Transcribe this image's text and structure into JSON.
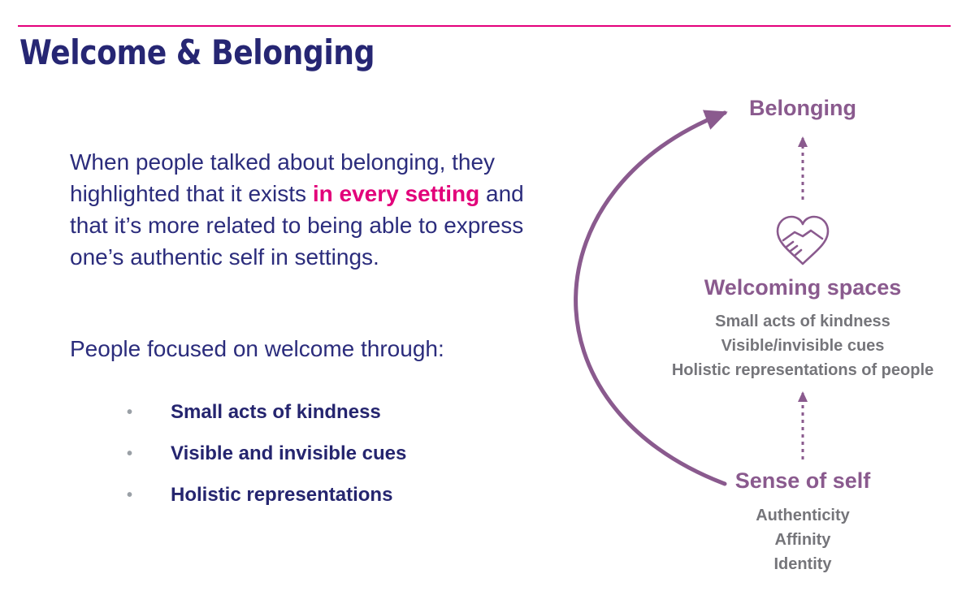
{
  "slide": {
    "title": "Welcome & Belonging",
    "intro": {
      "part1": "When people talked about belonging, they highlighted that it exists ",
      "highlight": "in every setting",
      "part2": " and that it’s more related to being able to express one’s authentic self in settings."
    },
    "focus_text": "People focused on welcome through:",
    "bullets": [
      "Small acts of kindness",
      "Visible and invisible cues",
      "Holistic representations"
    ]
  },
  "diagram": {
    "nodes": {
      "top": {
        "title": "Belonging"
      },
      "middle": {
        "title": "Welcoming spaces",
        "lines": [
          "Small acts of kindness",
          "Visible/invisible cues",
          "Holistic representations of people"
        ]
      },
      "bottom": {
        "title": "Sense of self",
        "lines": [
          "Authenticity",
          "Affinity",
          "Identity"
        ]
      }
    },
    "icon": "heart-handshake-icon"
  },
  "colors": {
    "accent_rule": "#e4007c",
    "title": "#262673",
    "highlight": "#e2007a",
    "diagram": "#8a5a8e"
  }
}
